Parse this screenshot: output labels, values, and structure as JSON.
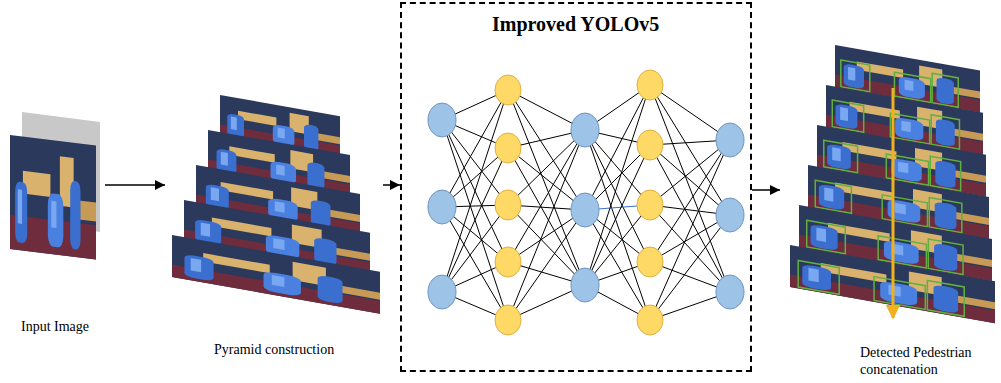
{
  "diagram": {
    "nodes": [
      {
        "text": [
          "Input Image"
        ]
      },
      {
        "text": [
          "Pyramid construction"
        ]
      },
      {
        "text": [
          "Improved YOLOv5"
        ]
      },
      {
        "text": [
          "Detected Pedestrian concatenation"
        ]
      }
    ],
    "edges": [
      {
        "from": 0,
        "to": 1,
        "arrow": "to"
      },
      {
        "from": 1,
        "to": 2,
        "arrow": "to"
      },
      {
        "from": 2,
        "to": 3,
        "arrow": "to"
      }
    ]
  }
}
